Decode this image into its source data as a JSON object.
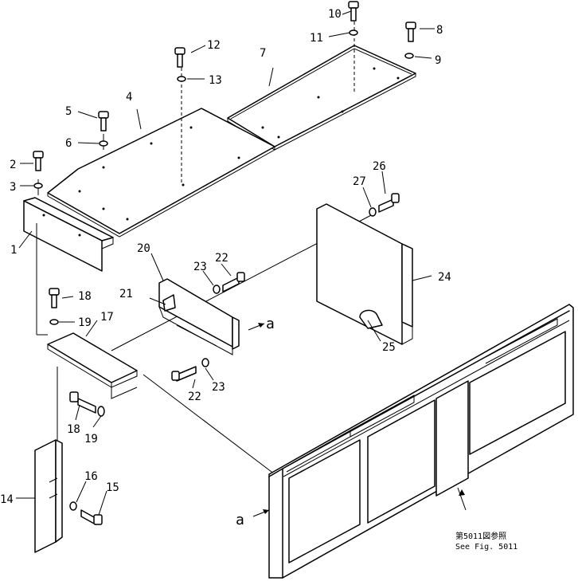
{
  "callouts": [
    {
      "id": "c10",
      "text": "10"
    },
    {
      "id": "c8",
      "text": "8"
    },
    {
      "id": "c11",
      "text": "11"
    },
    {
      "id": "c9",
      "text": "9"
    },
    {
      "id": "c12",
      "text": "12"
    },
    {
      "id": "c7",
      "text": "7"
    },
    {
      "id": "c13",
      "text": "13"
    },
    {
      "id": "c4",
      "text": "4"
    },
    {
      "id": "c5",
      "text": "5"
    },
    {
      "id": "c6",
      "text": "6"
    },
    {
      "id": "c2",
      "text": "2"
    },
    {
      "id": "c3",
      "text": "3"
    },
    {
      "id": "c26",
      "text": "26"
    },
    {
      "id": "c27",
      "text": "27"
    },
    {
      "id": "c1",
      "text": "1"
    },
    {
      "id": "c20",
      "text": "20"
    },
    {
      "id": "c22a",
      "text": "22"
    },
    {
      "id": "c23a",
      "text": "23"
    },
    {
      "id": "c24",
      "text": "24"
    },
    {
      "id": "c21",
      "text": "21"
    },
    {
      "id": "c18a",
      "text": "18"
    },
    {
      "id": "c19a",
      "text": "19"
    },
    {
      "id": "c17",
      "text": "17"
    },
    {
      "id": "c25",
      "text": "25"
    },
    {
      "id": "c22b",
      "text": "22"
    },
    {
      "id": "c23b",
      "text": "23"
    },
    {
      "id": "c18b",
      "text": "18"
    },
    {
      "id": "c19b",
      "text": "19"
    },
    {
      "id": "c16",
      "text": "16"
    },
    {
      "id": "c15",
      "text": "15"
    },
    {
      "id": "c14",
      "text": "14"
    }
  ],
  "view_markers": {
    "a_right": "a",
    "a_left": "a"
  },
  "reference_note": {
    "line1": "第5011図参照",
    "line2": "See Fig. 5011"
  }
}
